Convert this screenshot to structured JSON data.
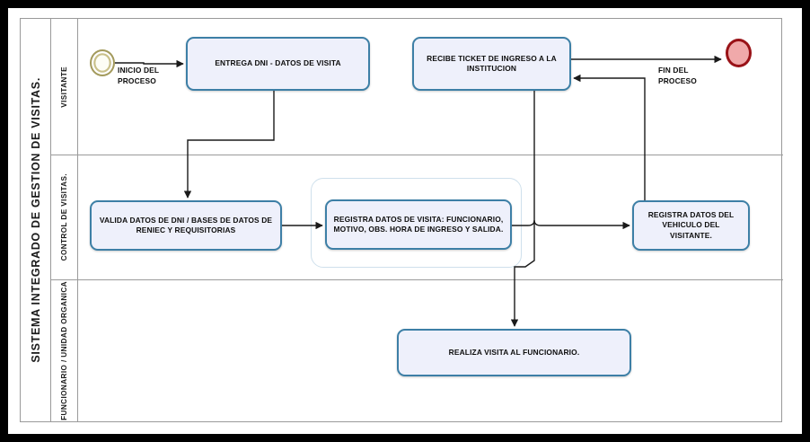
{
  "pool": {
    "title": "SISTEMA INTEGRADO DE GESTION DE VISITAS."
  },
  "lanes": [
    {
      "id": "visitante",
      "label": "VISITANTE"
    },
    {
      "id": "control",
      "label": "CONTROL DE VISITAS."
    },
    {
      "id": "funcionario",
      "label": "FUNCIONARIO / UNIDAD\nORGANICA"
    }
  ],
  "events": [
    {
      "id": "start",
      "type": "start-event",
      "name": "start-event-inicio"
    },
    {
      "id": "end",
      "type": "end-event",
      "name": "end-event-fin"
    }
  ],
  "annotations": [
    {
      "id": "inicio",
      "text": "INICIO DEL\nPROCESO"
    },
    {
      "id": "fin",
      "text": "FIN DEL\nPROCESO"
    }
  ],
  "tasks": [
    {
      "id": "entrega_dni",
      "lane": "visitante",
      "label": "ENTREGA DNI - DATOS DE VISITA"
    },
    {
      "id": "recibe_ticket",
      "lane": "visitante",
      "label": "RECIBE TICKET DE INGRESO A LA INSTITUCION"
    },
    {
      "id": "valida_datos",
      "lane": "control",
      "label": "VALIDA DATOS DE DNI  / BASES DE DATOS DE RENIEC Y REQUISITORIAS"
    },
    {
      "id": "registra_visita",
      "lane": "control",
      "label": "REGISTRA DATOS DE VISITA: FUNCIONARIO, MOTIVO, OBS. HORA DE INGRESO Y SALIDA."
    },
    {
      "id": "registra_vehiculo",
      "lane": "control",
      "label": "REGISTRA DATOS DEL VEHICULO DEL VISITANTE."
    },
    {
      "id": "realiza_visita",
      "lane": "funcionario",
      "label": "REALIZA VISITA AL  FUNCIONARIO."
    }
  ],
  "flows": [
    {
      "id": "f1",
      "from": "start",
      "to": "entrega_dni"
    },
    {
      "id": "f2",
      "from": "entrega_dni",
      "to": "valida_datos"
    },
    {
      "id": "f3",
      "from": "valida_datos",
      "to": "registra_visita"
    },
    {
      "id": "f4",
      "from": "registra_visita",
      "to": "registra_vehiculo"
    },
    {
      "id": "f5",
      "from": "registra_vehiculo",
      "to": "recibe_ticket"
    },
    {
      "id": "f6",
      "from": "recibe_ticket",
      "to": "realiza_visita"
    },
    {
      "id": "f7",
      "from": "recibe_ticket",
      "to": "end"
    }
  ],
  "colors": {
    "task_fill": "#eef0fb",
    "task_stroke": "#3d7fa6",
    "start_stroke": "#a39a5c",
    "end_fill": "#f0a9aa",
    "end_stroke": "#991217",
    "lane_stroke": "#9a9a9a",
    "flow_stroke": "#1a1a1a",
    "frame": "#000000"
  }
}
